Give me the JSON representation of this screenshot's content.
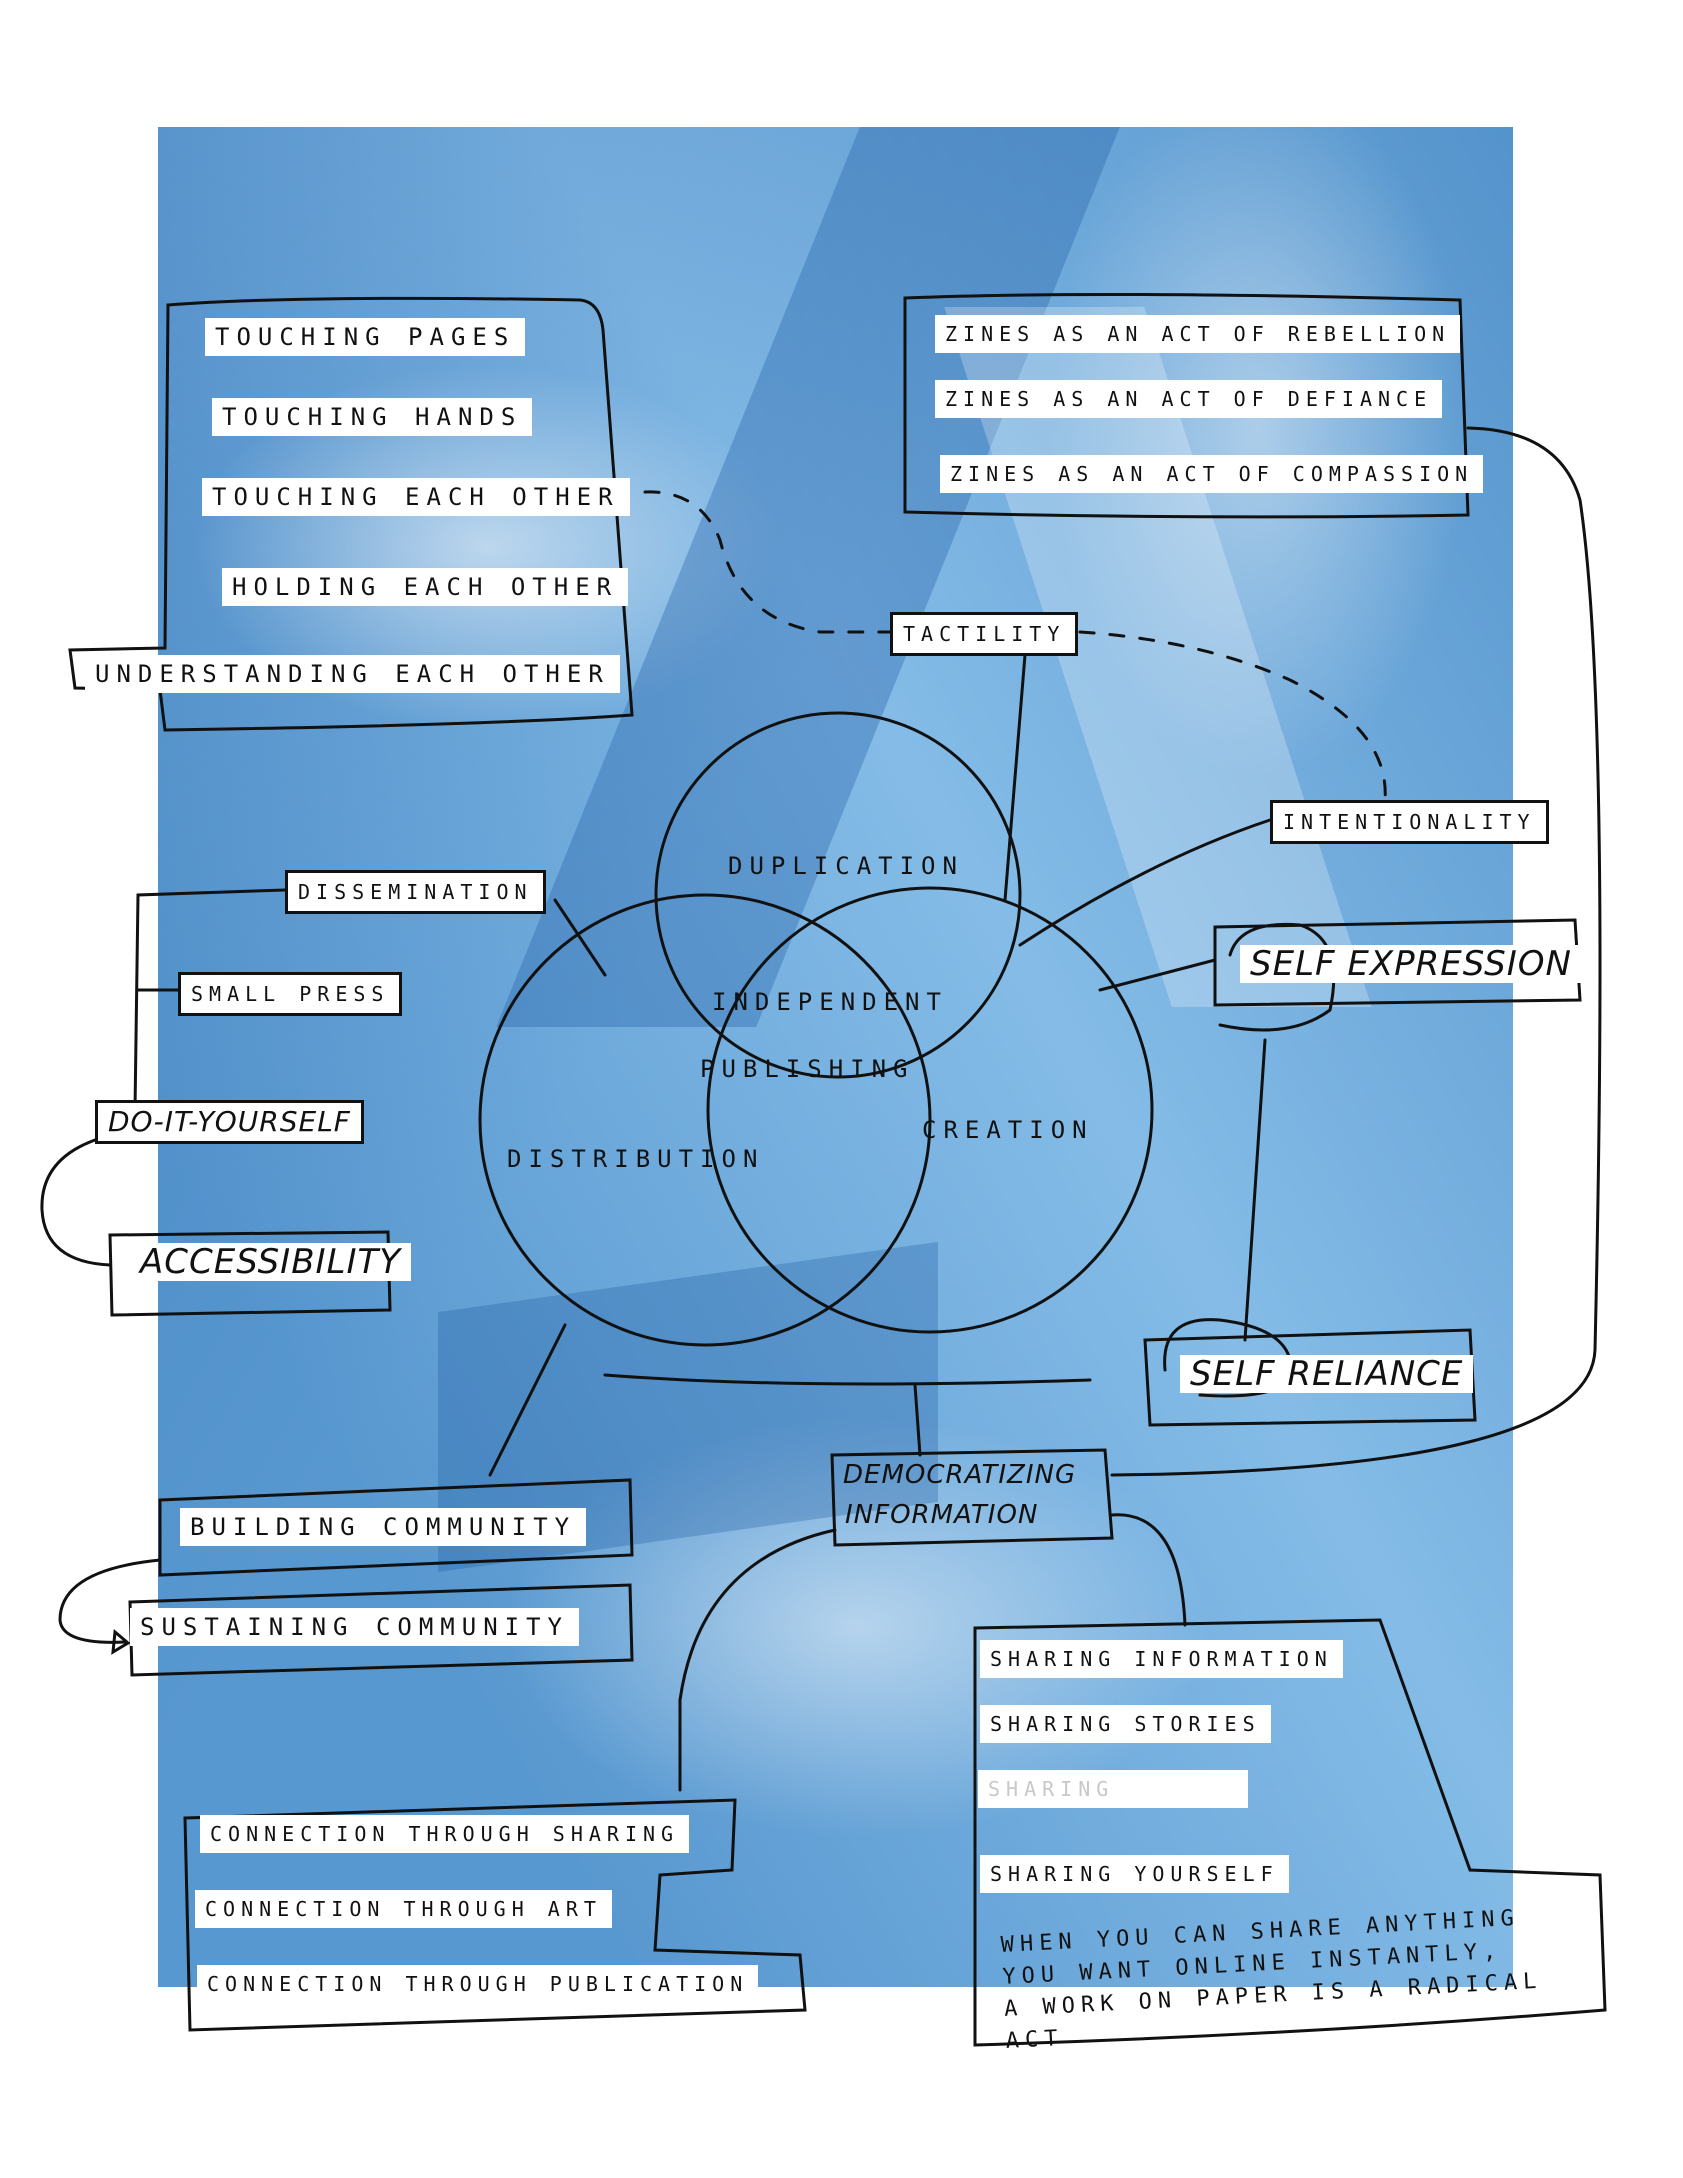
{
  "touch_list": [
    "TOUCHING PAGES",
    "TOUCHING HANDS",
    "TOUCHING EACH OTHER",
    "HOLDING EACH OTHER",
    "UNDERSTANDING EACH OTHER"
  ],
  "zines_list": [
    "ZINES AS AN ACT OF REBELLION",
    "ZINES AS AN ACT OF DEFIANCE",
    "ZINES AS AN ACT OF COMPASSION"
  ],
  "tactility": "TACTILITY",
  "intentionality": "INTENTIONALITY",
  "dissemination": "DISSEMINATION",
  "small_press": "SMALL PRESS",
  "diy": "DO-IT-YOURSELF",
  "accessibility": "ACCESSIBILITY",
  "self_expression": "SELF EXPRESSION",
  "self_reliance": "SELF RELIANCE",
  "venn": {
    "duplication": "DUPLICATION",
    "distribution": "DISTRIBUTION",
    "creation": "CREATION",
    "center_line1": "INDEPENDENT",
    "center_line2": "PUBLISHING"
  },
  "democratizing_line1": "DEMOCRATIZING",
  "democratizing_line2": "INFORMATION",
  "community_list": [
    "BUILDING COMMUNITY",
    "SUSTAINING COMMUNITY"
  ],
  "connection_list": [
    "CONNECTION THROUGH SHARING",
    "CONNECTION THROUGH ART",
    "CONNECTION THROUGH PUBLICATION"
  ],
  "sharing_list": [
    "SHARING INFORMATION",
    "SHARING STORIES",
    "SHARING",
    "SHARING YOURSELF"
  ],
  "quote_lines": [
    "WHEN YOU CAN SHARE ANYTHING",
    "YOU WANT ONLINE INSTANTLY,",
    "A WORK ON PAPER IS A RADICAL ACT"
  ],
  "colors": {
    "photo_blue": "#6fb0e3",
    "ink": "#111111",
    "paper": "#ffffff"
  }
}
